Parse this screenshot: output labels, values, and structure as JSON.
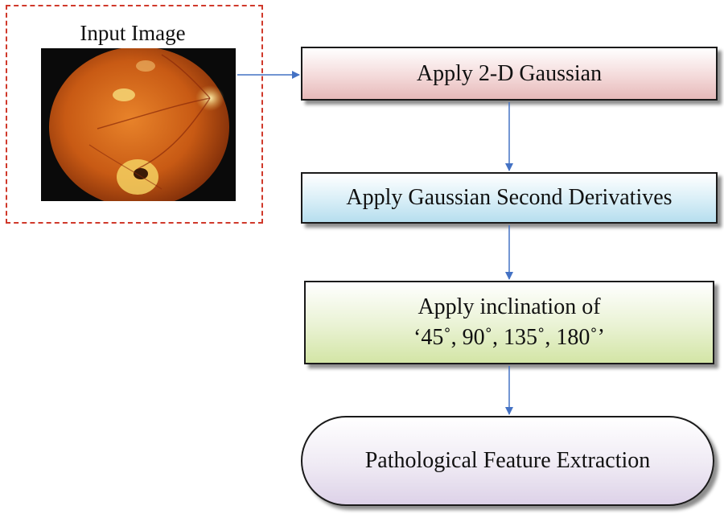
{
  "input": {
    "label": "Input Image"
  },
  "steps": {
    "gaussian": "Apply 2-D Gaussian",
    "second_derivatives": "Apply Gaussian Second Derivatives",
    "inclination_line1": "Apply inclination of",
    "inclination_line2": "‘45˚, 90˚, 135˚, 180˚’",
    "extraction": "Pathological Feature Extraction"
  },
  "colors": {
    "frame_dash": "#d0392b",
    "arrow": "#4472c4",
    "box_gaussian": "#e6b9b9",
    "box_derivatives": "#b6deee",
    "box_inclination": "#d3e5a6",
    "box_extraction": "#ddd2e8"
  }
}
